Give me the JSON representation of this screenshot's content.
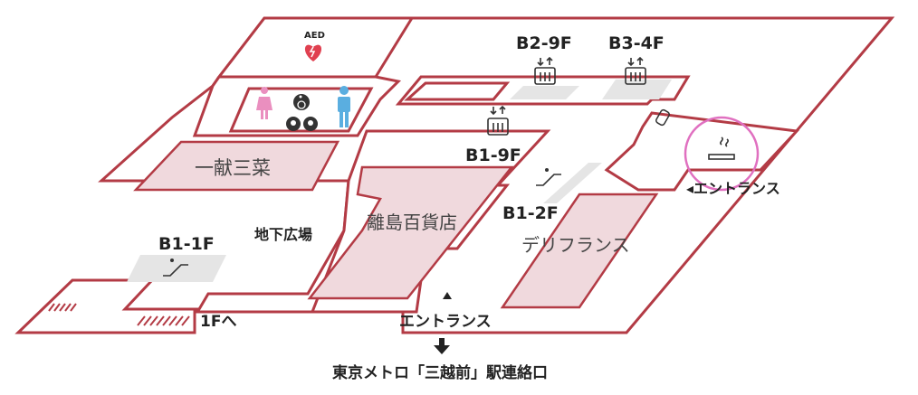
{
  "labels": {
    "aed": "AED",
    "elevator_b2_9f": "B2-9F",
    "elevator_b3_4f": "B3-4F",
    "elevator_b1_9f": "B1-9F",
    "escalator_b1_2f": "B1-2F",
    "escalator_b1_1f": "B1-1F",
    "shop_ikkon": "一献三菜",
    "shop_rito": "離島百貨店",
    "shop_delifrance": "デリフランス",
    "area_chika": "地下広場",
    "to_1f": "1Fへ",
    "entrance_right": "◂エントランス",
    "entrance_bottom": "エントランス",
    "metro_link": "東京メトロ「三越前」駅連絡口"
  },
  "icons": {
    "aed": "aed-heart-icon",
    "elevator": "elevator-icon",
    "escalator": "escalator-icon",
    "restroom_female": "female-restroom-icon",
    "restroom_male": "male-restroom-icon",
    "accessible": "wheelchair-icon",
    "baby": "baby-care-icon",
    "smoking": "smoking-area-icon",
    "up_arrow": "up-triangle-icon",
    "down_arrow": "down-arrow-icon"
  },
  "colors": {
    "wall": "#b33b45",
    "shop_fill": "#f0d9dd",
    "highlight": "#e070c0",
    "male": "#5aaee0",
    "female": "#ea8fbf",
    "aed": "#e04050"
  }
}
